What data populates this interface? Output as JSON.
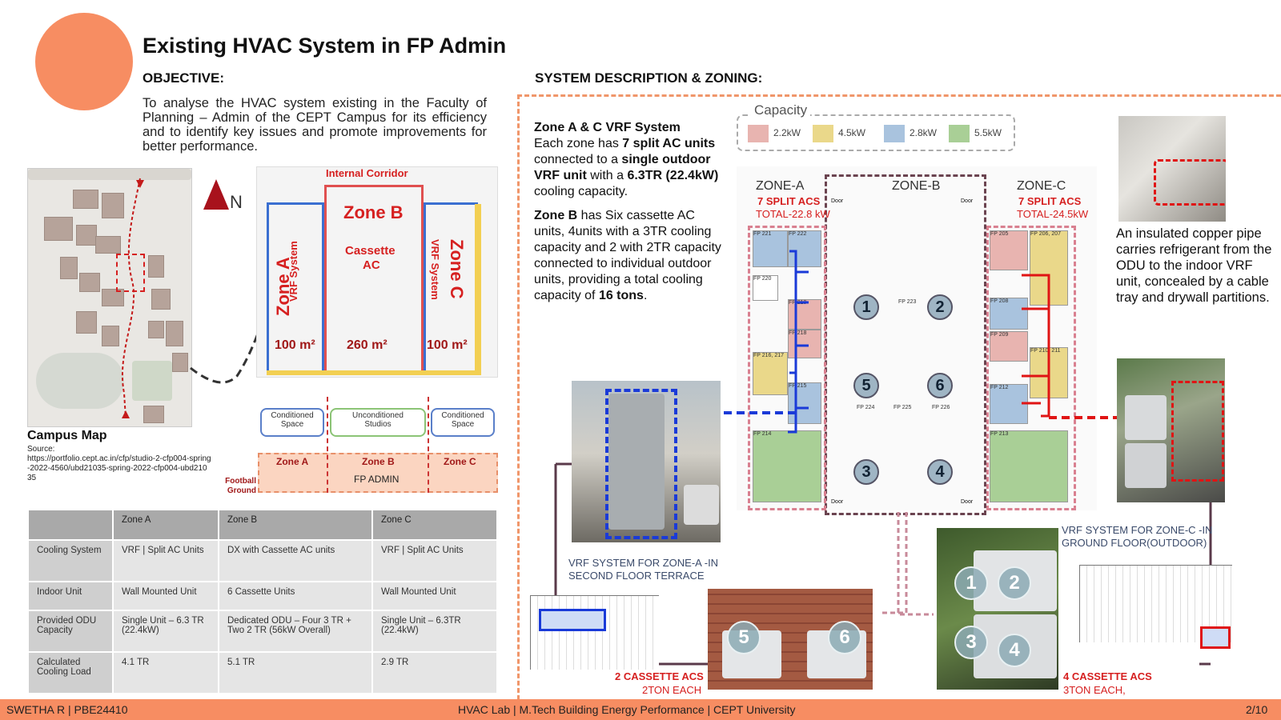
{
  "title": "Existing HVAC System in FP Admin",
  "objective": {
    "heading": "OBJECTIVE:",
    "text": "To analyse the HVAC system existing in the Faculty of Planning – Admin of the CEPT Campus for its efficiency and to identify key issues and promote improvements for better performance."
  },
  "campus_map": {
    "north_label": "N",
    "title": "Campus Map",
    "source_label": "Source:",
    "source_url": "https://portfolio.cept.ac.in/cfp/studio-2-cfp004-spring-2022-4560/ubd21035-spring-2022-cfp004-ubd21035"
  },
  "zoning_diagram": {
    "corridor": "Internal Corridor",
    "zone_a": "Zone A",
    "zone_a_sub": "VRF System",
    "zone_b": "Zone B",
    "zone_b_sub": "Cassette AC",
    "zone_c": "Zone C",
    "zone_c_sub": "VRF System",
    "area_a": "100 m²",
    "area_b": "260 m²",
    "area_c": "100 m²",
    "conditioned_a": "Conditioned Space",
    "unconditioned": "Unconditioned Studios",
    "conditioned_c": "Conditioned Space",
    "label_a": "Zone A",
    "label_b": "Zone B",
    "label_c": "Zone C",
    "building": "FP ADMIN",
    "ground": "Football Ground"
  },
  "table": {
    "headers": [
      "",
      "Zone A",
      "Zone B",
      "Zone C"
    ],
    "rows": [
      [
        "Cooling System",
        "VRF | Split AC Units",
        "DX with Cassette AC units",
        "VRF | Split AC Units"
      ],
      [
        "Indoor Unit",
        "Wall Mounted Unit",
        "6 Cassette Units",
        "Wall Mounted Unit"
      ],
      [
        "Provided ODU Capacity",
        "Single Unit – 6.3 TR (22.4kW)",
        "Dedicated ODU – Four 3 TR + Two 2 TR (56kW Overall)",
        "Single Unit – 6.3TR (22.4kW)"
      ],
      [
        "Calculated Cooling Load",
        "4.1 TR",
        "5.1 TR",
        "2.9 TR"
      ]
    ]
  },
  "system": {
    "heading": "SYSTEM DESCRIPTION & ZONING:",
    "p1_bold": "Zone A & C  VRF System",
    "p1_a": "Each zone has ",
    "p1_b": "7 split AC units",
    "p1_c": " connected to a ",
    "p1_d": "single outdoor VRF unit",
    "p1_e": " with a ",
    "p1_f": "6.3TR (22.4kW)",
    "p1_g": " cooling capacity.",
    "p2_bold": "Zone B",
    "p2_a": "   has Six cassette AC units, 4units with a 3TR cooling capacity and 2 with 2TR capacity connected to individual outdoor units, providing a total cooling capacity of ",
    "p2_b": "16 tons",
    "p2_c": "."
  },
  "capacity": {
    "title": "Capacity",
    "items": [
      {
        "label": "2.2kW",
        "color": "#e8b4b0"
      },
      {
        "label": "4.5kW",
        "color": "#ead88a"
      },
      {
        "label": "2.8kW",
        "color": "#a9c3de"
      },
      {
        "label": "5.5kW",
        "color": "#a9cf96"
      }
    ]
  },
  "plan": {
    "zone_a": "ZONE-A",
    "zone_a_acs": "7 SPLIT ACS",
    "zone_a_total": "TOTAL-22.8 kW",
    "zone_b": "ZONE-B",
    "zone_c": "ZONE-C",
    "zone_c_acs": "7 SPLIT ACS",
    "zone_c_total": "TOTAL-24.5kW",
    "rooms_a": [
      "FP 221",
      "FP 222",
      "FP 220",
      "FP 219",
      "FP 218",
      "FP 216, 217",
      "FP 215",
      "FP 214"
    ],
    "rooms_b": [
      "FP 223",
      "FP 224",
      "FP 225",
      "FP 226"
    ],
    "rooms_c": [
      "FP 205",
      "FP 206, 207",
      "FP 208",
      "FP 209",
      "FP 210, 211",
      "FP 212",
      "FP 213"
    ],
    "door": "Door",
    "units": [
      "1",
      "2",
      "5",
      "6",
      "3",
      "4"
    ]
  },
  "photos": {
    "copper_text": "An insulated copper pipe carries refrigerant from the ODU to the indoor VRF unit, concealed by a cable tray and drywall partitions.",
    "zone_a_caption_1": "VRF SYSTEM FOR ZONE-A -IN",
    "zone_a_caption_2": "SECOND FLOOR TERRACE",
    "zone_c_caption_1": "VRF SYSTEM FOR ZONE-C -IN",
    "zone_c_caption_2": "GROUND FLOOR(OUTDOOR)",
    "cassette_2": "2 CASSETTE ACS",
    "cassette_2_sub": "2TON EACH",
    "cassette_4": "4 CASSETTE ACS",
    "cassette_4_sub": "3TON EACH,",
    "numbers_pair": [
      "5",
      "6"
    ],
    "numbers_quad": [
      "1",
      "2",
      "3",
      "4"
    ]
  },
  "footer": {
    "left": "SWETHA R | PBE24410",
    "center": "HVAC Lab | M.Tech Building Energy Performance  | CEPT University",
    "right": "2/10"
  }
}
